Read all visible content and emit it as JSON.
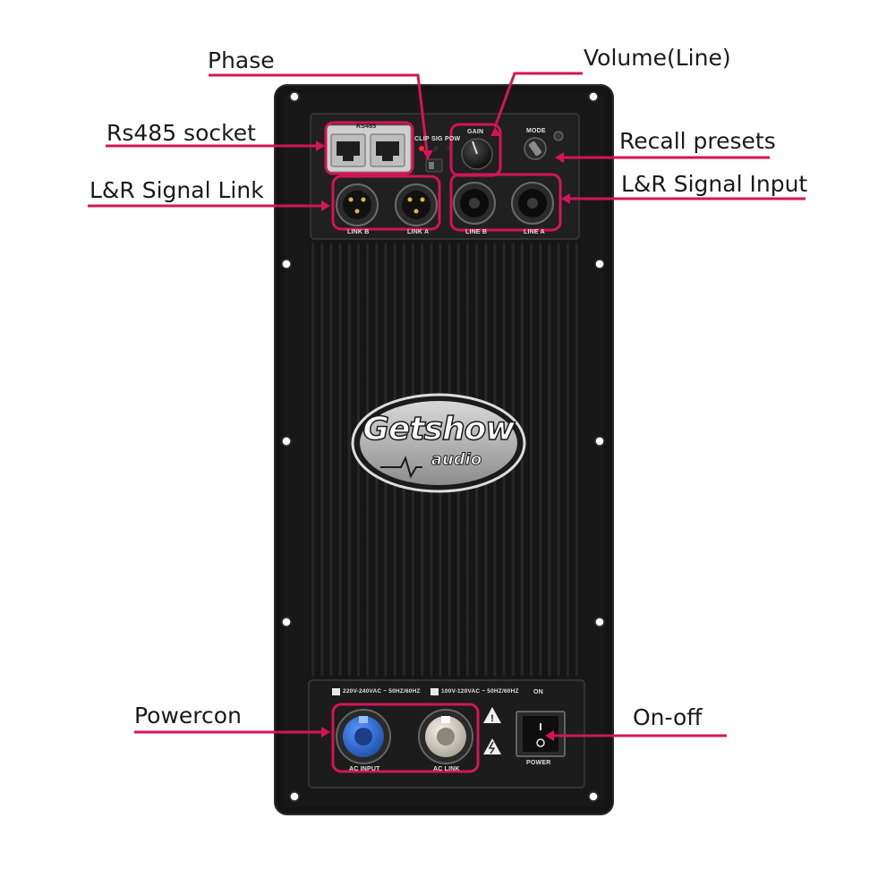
{
  "callouts": {
    "phase": "Phase",
    "volume": "Volume(Line)",
    "rs485": "Rs485 socket",
    "recall": "Recall presets",
    "link": "L&R Signal Link",
    "input": "L&R Signal Input",
    "powercon": "Powercon",
    "onoff": "On-off"
  },
  "panel": {
    "rs485_label": "RS485",
    "clip": "CLIP",
    "sig": "SIG",
    "pow": "POW",
    "gain": "GAIN",
    "mode": "MODE",
    "link_b": "LINK B",
    "link_a": "LINK A",
    "line_b": "LINE B",
    "line_a": "LINE A",
    "voltage_1": "220V-240VAC ~ 50HZ/60HZ",
    "voltage_2": "100V-120VAC ~ 50HZ/60HZ",
    "on": "ON",
    "power": "POWER",
    "ac_input": "AC INPUT",
    "ac_link": "AC LINK",
    "logo_main": "Getshow",
    "logo_sub": "audio"
  },
  "colors": {
    "callout": "#d4145a",
    "chassis": "#141414",
    "fin": "#262626",
    "powercon_in": "#2f6fd6",
    "powercon_link": "#d9d4c6"
  }
}
